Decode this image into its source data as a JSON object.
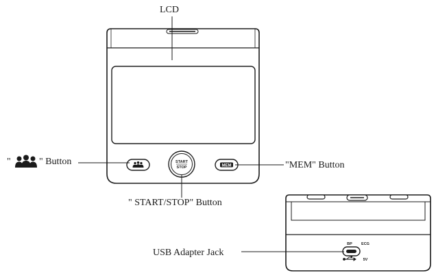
{
  "labels": {
    "lcd": "LCD",
    "user_button_prefix": "\"",
    "user_button_suffix": "\" Button",
    "mem_button": "\"MEM\" Button",
    "start_stop_button": "\" START/STOP\" Button",
    "usb_adapter_jack": "USB Adapter Jack"
  },
  "device_markings": {
    "start_line1": "START",
    "start_line2": "STOP",
    "mem": "MEM",
    "bp": "BP",
    "ecg": "ECG",
    "voltage": "5V"
  },
  "icons": {
    "user_icon": "users-group-icon",
    "usb_icon": "usb-symbol-icon"
  },
  "colors": {
    "line": "#1a1a1a",
    "fill": "#ffffff",
    "light_fill": "#f2f2f2"
  }
}
